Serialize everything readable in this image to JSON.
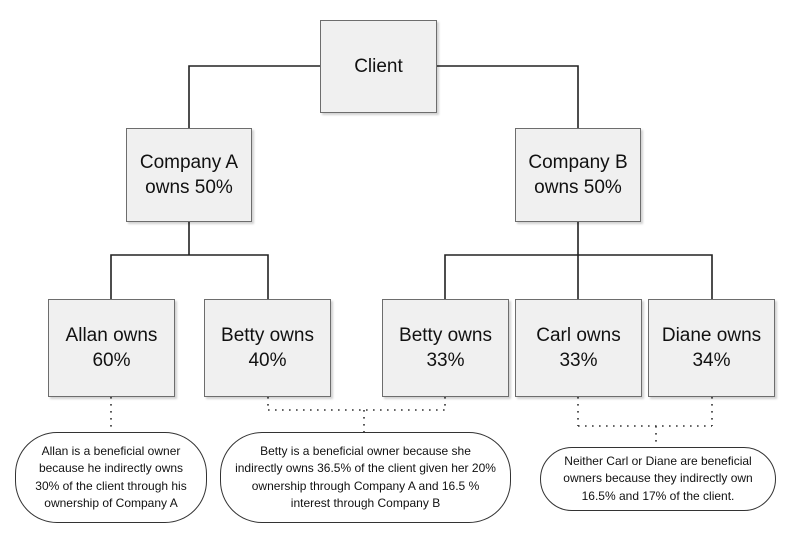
{
  "nodes": {
    "client": "Client",
    "company_a": [
      "Company A",
      "owns 50%"
    ],
    "company_b": [
      "Company B",
      "owns 50%"
    ],
    "allan": [
      "Allan owns",
      "60%"
    ],
    "betty_a": [
      "Betty owns",
      "40%"
    ],
    "betty_b": [
      "Betty owns",
      "33%"
    ],
    "carl": [
      "Carl owns",
      "33%"
    ],
    "diane": [
      "Diane owns",
      "34%"
    ]
  },
  "notes": {
    "allan": [
      "Allan is a beneficial owner",
      "because he indirectly  owns",
      "30% of the client through his",
      "ownership  of Company A"
    ],
    "betty": [
      "Betty is a beneficial owner because she",
      "indirectly owns  36.5% of the client given her 20%",
      "ownership through Company A and 16.5 %",
      "interest through Company B"
    ],
    "carl_diane": [
      "Neither Carl or Diane are beneficial",
      "owners because they indirectly own",
      "16.5% and 17% of the client."
    ]
  }
}
